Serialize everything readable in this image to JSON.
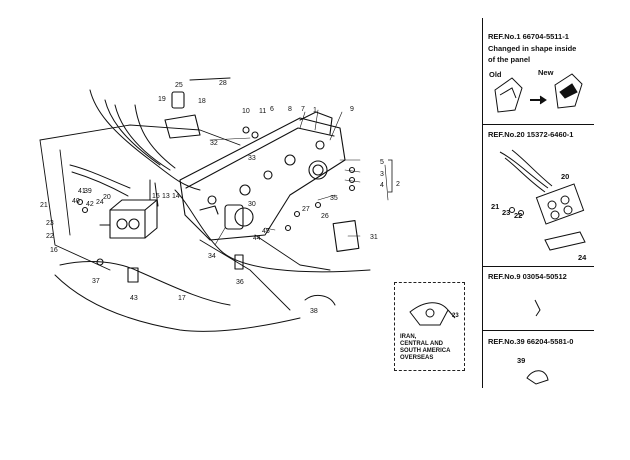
{
  "callouts": [
    "1",
    "2",
    "3",
    "4",
    "5",
    "6",
    "7",
    "8",
    "9",
    "10",
    "11",
    "13",
    "14",
    "15",
    "16",
    "17",
    "18",
    "19",
    "20",
    "21",
    "22",
    "23",
    "24",
    "25",
    "26",
    "27",
    "28",
    "30",
    "31",
    "32",
    "33",
    "34",
    "35",
    "36",
    "37",
    "38",
    "39",
    "40",
    "41",
    "42",
    "43",
    "44",
    "45"
  ],
  "inset": {
    "label_lines": [
      "IRAN,",
      "CENTRAL AND",
      "SOUTH AMERICA",
      "OVERSEAS"
    ],
    "callout": "23"
  },
  "refs": [
    {
      "title": "REF.No.1   66704-5511-1",
      "lines": [
        "Changed in shape inside",
        "of the panel"
      ],
      "old_label": "Old",
      "new_label": "New"
    },
    {
      "title": "REF.No.20   15372-6460-1",
      "callouts": [
        "20",
        "21",
        "23",
        "22",
        "24"
      ]
    },
    {
      "title": "REF.No.9   03054-50512"
    },
    {
      "title": "REF.No.39  66204-5581-0",
      "callout": "39"
    }
  ]
}
